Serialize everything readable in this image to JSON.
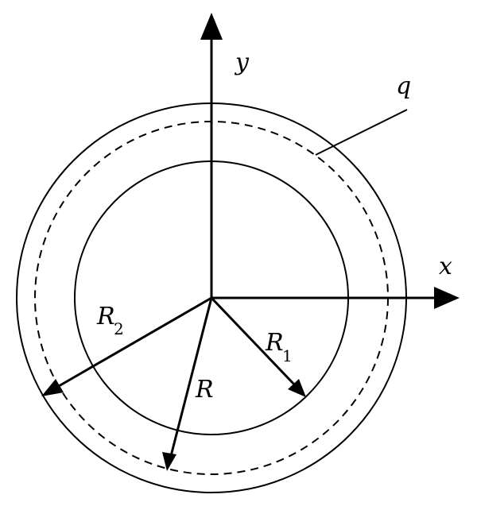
{
  "diagram": {
    "colors": {
      "stroke": "#000000",
      "background": "#ffffff"
    },
    "labels": {
      "y_axis": "y",
      "x_axis": "x",
      "q": "q",
      "R2_letter": "R",
      "R2_sub": "2",
      "R1_letter": "R",
      "R1_sub": "1",
      "R": "R"
    }
  }
}
